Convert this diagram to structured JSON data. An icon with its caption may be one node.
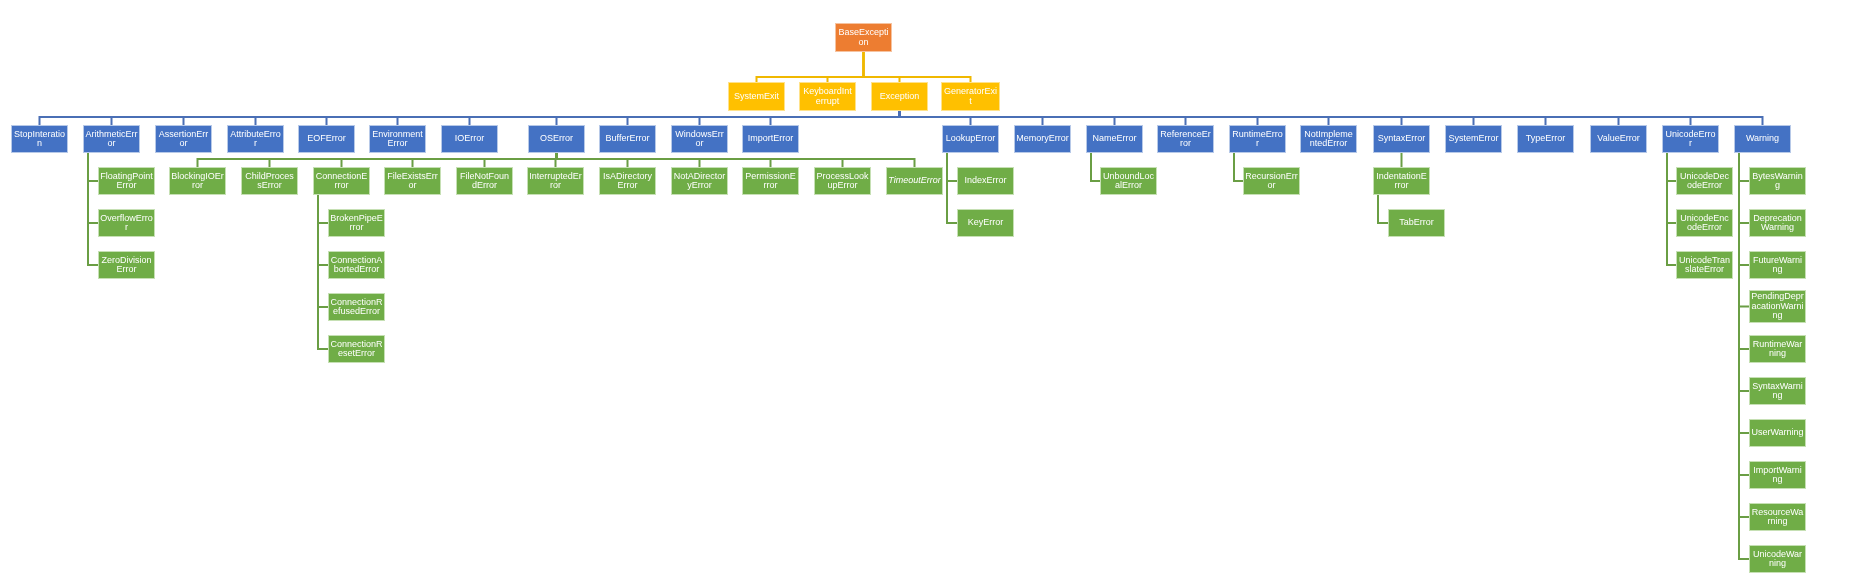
{
  "diagram": {
    "nodes": [
      {
        "text": [
          "BaseException"
        ]
      },
      {
        "text": [
          "SystemExit"
        ]
      },
      {
        "text": [
          "KeyboardInterrupt"
        ]
      },
      {
        "text": [
          "Exception"
        ]
      },
      {
        "text": [
          "GeneratorExit"
        ]
      },
      {
        "text": [
          "StopInteration"
        ]
      },
      {
        "text": [
          "ArithmeticError"
        ]
      },
      {
        "text": [
          "AssertionError"
        ]
      },
      {
        "text": [
          "AttributeError"
        ]
      },
      {
        "text": [
          "EOFError"
        ]
      },
      {
        "text": [
          "EnvironmentError"
        ]
      },
      {
        "text": [
          "IOError"
        ]
      },
      {
        "text": [
          "OSError"
        ]
      },
      {
        "text": [
          "BufferError"
        ]
      },
      {
        "text": [
          "WindowsError"
        ]
      },
      {
        "text": [
          "ImportError"
        ]
      },
      {
        "text": [
          "LookupError"
        ]
      },
      {
        "text": [
          "MemoryError"
        ]
      },
      {
        "text": [
          "NameError"
        ]
      },
      {
        "text": [
          "ReferenceError"
        ]
      },
      {
        "text": [
          "RuntimeError"
        ]
      },
      {
        "text": [
          "NotImplementedError"
        ]
      },
      {
        "text": [
          "SyntaxError"
        ]
      },
      {
        "text": [
          "SystemError"
        ]
      },
      {
        "text": [
          "TypeError"
        ]
      },
      {
        "text": [
          "ValueError"
        ]
      },
      {
        "text": [
          "UnicodeError"
        ]
      },
      {
        "text": [
          "Warning"
        ]
      },
      {
        "text": [
          "FloatingPointError"
        ]
      },
      {
        "text": [
          "BlockingIOError"
        ]
      },
      {
        "text": [
          "ChildProcessError"
        ]
      },
      {
        "text": [
          "ConnectionError"
        ]
      },
      {
        "text": [
          "FileExistsError"
        ]
      },
      {
        "text": [
          "FileNotFoundError"
        ]
      },
      {
        "text": [
          "InterruptedError"
        ]
      },
      {
        "text": [
          "IsADirectoryError"
        ]
      },
      {
        "text": [
          "NotADirectoryError"
        ]
      },
      {
        "text": [
          "PermissionError"
        ]
      },
      {
        "text": [
          "ProcessLookupError"
        ]
      },
      {
        "text": [
          "TimeoutError"
        ]
      },
      {
        "text": [
          "IndexError"
        ]
      },
      {
        "text": [
          "UnboundLocalError"
        ]
      },
      {
        "text": [
          "RecursionError"
        ]
      },
      {
        "text": [
          "IndentationError"
        ]
      },
      {
        "text": [
          "UnicodeDecodeError"
        ]
      },
      {
        "text": [
          "BytesWarning"
        ]
      },
      {
        "text": [
          "OverflowError"
        ]
      },
      {
        "text": [
          "BrokenPipeError"
        ]
      },
      {
        "text": [
          "KeyError"
        ]
      },
      {
        "text": [
          "TabError"
        ]
      },
      {
        "text": [
          "UnicodeEncodeError"
        ]
      },
      {
        "text": [
          "DeprecationWarning"
        ]
      },
      {
        "text": [
          "ZeroDivisionError"
        ]
      },
      {
        "text": [
          "ConnectionAbortedError"
        ]
      },
      {
        "text": [
          "UnicodeTranslateError"
        ]
      },
      {
        "text": [
          "FutureWarning"
        ]
      },
      {
        "text": [
          "ConnectionRefusedError"
        ]
      },
      {
        "text": [
          "PendingDepracationWarning"
        ]
      },
      {
        "text": [
          "ConnectionResetError"
        ]
      },
      {
        "text": [
          "RuntimeWarning"
        ]
      },
      {
        "text": [
          "SyntaxWarning"
        ]
      },
      {
        "text": [
          "UserWarning"
        ]
      },
      {
        "text": [
          "ImportWarning"
        ]
      },
      {
        "text": [
          "ResourceWarning"
        ]
      },
      {
        "text": [
          "UnicodeWarning"
        ]
      }
    ],
    "edges": [
      {
        "from": 0,
        "to": 1,
        "arrow": "none",
        "color": "#f0b800"
      },
      {
        "from": 0,
        "to": 2,
        "arrow": "none",
        "color": "#f0b800"
      },
      {
        "from": 0,
        "to": 3,
        "arrow": "none",
        "color": "#f0b800"
      },
      {
        "from": 0,
        "to": 4,
        "arrow": "none",
        "color": "#f0b800"
      },
      {
        "from": 3,
        "to": 5,
        "arrow": "none",
        "color": "#4a6fb5"
      },
      {
        "from": 3,
        "to": 6,
        "arrow": "none",
        "color": "#4a6fb5"
      },
      {
        "from": 3,
        "to": 7,
        "arrow": "none",
        "color": "#4a6fb5"
      },
      {
        "from": 3,
        "to": 8,
        "arrow": "none",
        "color": "#4a6fb5"
      },
      {
        "from": 3,
        "to": 9,
        "arrow": "none",
        "color": "#4a6fb5"
      },
      {
        "from": 3,
        "to": 10,
        "arrow": "none",
        "color": "#4a6fb5"
      },
      {
        "from": 3,
        "to": 11,
        "arrow": "none",
        "color": "#4a6fb5"
      },
      {
        "from": 3,
        "to": 12,
        "arrow": "none",
        "color": "#4a6fb5"
      },
      {
        "from": 3,
        "to": 13,
        "arrow": "none",
        "color": "#4a6fb5"
      },
      {
        "from": 3,
        "to": 14,
        "arrow": "none",
        "color": "#4a6fb5"
      },
      {
        "from": 3,
        "to": 15,
        "arrow": "none",
        "color": "#4a6fb5"
      },
      {
        "from": 3,
        "to": 16,
        "arrow": "none",
        "color": "#4a6fb5"
      },
      {
        "from": 3,
        "to": 17,
        "arrow": "none",
        "color": "#4a6fb5"
      },
      {
        "from": 3,
        "to": 18,
        "arrow": "none",
        "color": "#4a6fb5"
      },
      {
        "from": 3,
        "to": 19,
        "arrow": "none",
        "color": "#4a6fb5"
      },
      {
        "from": 3,
        "to": 20,
        "arrow": "none",
        "color": "#4a6fb5"
      },
      {
        "from": 3,
        "to": 21,
        "arrow": "none",
        "color": "#4a6fb5"
      },
      {
        "from": 3,
        "to": 22,
        "arrow": "none",
        "color": "#4a6fb5"
      },
      {
        "from": 3,
        "to": 23,
        "arrow": "none",
        "color": "#4a6fb5"
      },
      {
        "from": 3,
        "to": 24,
        "arrow": "none",
        "color": "#4a6fb5"
      },
      {
        "from": 3,
        "to": 25,
        "arrow": "none",
        "color": "#4a6fb5"
      },
      {
        "from": 3,
        "to": 26,
        "arrow": "none",
        "color": "#4a6fb5"
      },
      {
        "from": 3,
        "to": 27,
        "arrow": "none",
        "color": "#4a6fb5"
      },
      {
        "from": 6,
        "to": 28,
        "arrow": "none"
      },
      {
        "from": 6,
        "to": 46,
        "arrow": "none"
      },
      {
        "from": 6,
        "to": 52,
        "arrow": "none"
      },
      {
        "from": 12,
        "to": 29,
        "arrow": "none"
      },
      {
        "from": 12,
        "to": 30,
        "arrow": "none"
      },
      {
        "from": 12,
        "to": 31,
        "arrow": "none"
      },
      {
        "from": 12,
        "to": 32,
        "arrow": "none"
      },
      {
        "from": 12,
        "to": 33,
        "arrow": "none"
      },
      {
        "from": 12,
        "to": 34,
        "arrow": "none"
      },
      {
        "from": 12,
        "to": 35,
        "arrow": "none"
      },
      {
        "from": 12,
        "to": 36,
        "arrow": "none"
      },
      {
        "from": 12,
        "to": 37,
        "arrow": "none"
      },
      {
        "from": 12,
        "to": 38,
        "arrow": "none"
      },
      {
        "from": 12,
        "to": 39,
        "arrow": "none"
      },
      {
        "from": 31,
        "to": 47,
        "arrow": "none"
      },
      {
        "from": 31,
        "to": 53,
        "arrow": "none"
      },
      {
        "from": 31,
        "to": 56,
        "arrow": "none"
      },
      {
        "from": 31,
        "to": 58,
        "arrow": "none"
      },
      {
        "from": 16,
        "to": 40,
        "arrow": "none"
      },
      {
        "from": 16,
        "to": 48,
        "arrow": "none"
      },
      {
        "from": 18,
        "to": 41,
        "arrow": "none"
      },
      {
        "from": 20,
        "to": 42,
        "arrow": "none"
      },
      {
        "from": 22,
        "to": 43,
        "arrow": "none"
      },
      {
        "from": 43,
        "to": 49,
        "arrow": "none"
      },
      {
        "from": 26,
        "to": 44,
        "arrow": "none"
      },
      {
        "from": 26,
        "to": 50,
        "arrow": "none"
      },
      {
        "from": 26,
        "to": 54,
        "arrow": "none"
      },
      {
        "from": 27,
        "to": 45,
        "arrow": "none"
      },
      {
        "from": 27,
        "to": 51,
        "arrow": "none"
      },
      {
        "from": 27,
        "to": 55,
        "arrow": "none"
      },
      {
        "from": 27,
        "to": 57,
        "arrow": "none"
      },
      {
        "from": 27,
        "to": 59,
        "arrow": "none"
      },
      {
        "from": 27,
        "to": 60,
        "arrow": "none"
      },
      {
        "from": 27,
        "to": 61,
        "arrow": "none"
      },
      {
        "from": 27,
        "to": 62,
        "arrow": "none"
      },
      {
        "from": 27,
        "to": 63,
        "arrow": "none"
      },
      {
        "from": 27,
        "to": 64,
        "arrow": "none"
      }
    ]
  }
}
